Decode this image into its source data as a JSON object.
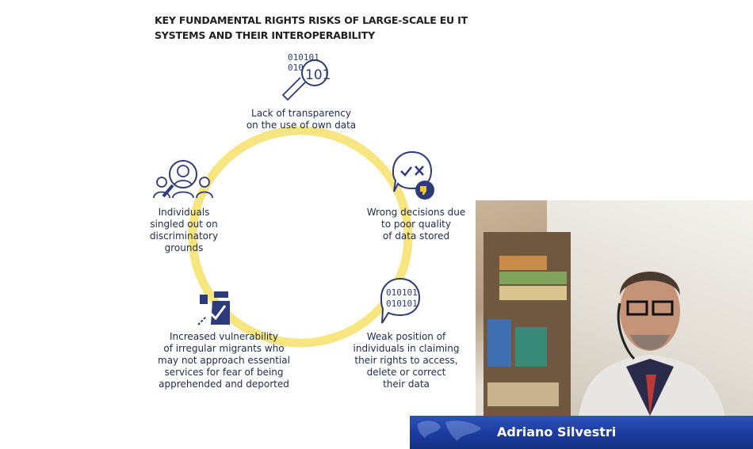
{
  "slide": {
    "title": "KEY FUNDAMENTAL RIGHTS RISKS OF LARGE-SCALE EU IT SYSTEMS AND THEIR INTEROPERABILITY",
    "risks": [
      {
        "icon": "magnifier-binary-icon",
        "label": "Lack of transparency\non the use of own data",
        "binary": "010101\n010101"
      },
      {
        "icon": "speech-bubble-check-cross-thumbs-down-icon",
        "label": "Wrong decisions due\nto poor quality\nof data stored"
      },
      {
        "icon": "speech-bubble-binary-icon",
        "label": "Weak position of\nindividuals in claiming\ntheir rights to access,\ndelete or correct\ntheir data",
        "binary": "010101\n010101"
      },
      {
        "icon": "border-guard-icon",
        "label": "Increased vulnerability\nof irregular migrants who\nmay not approach essential\nservices for fear of being\napprehended and deported"
      },
      {
        "icon": "person-magnifier-icon",
        "label": "Individuals\nsingled out on\ndiscriminatory\ngrounds"
      }
    ],
    "ring_color": "#f7e57f",
    "icon_color": "#2e3b7a"
  },
  "speaker": {
    "name": "Adriano Silvestri"
  }
}
